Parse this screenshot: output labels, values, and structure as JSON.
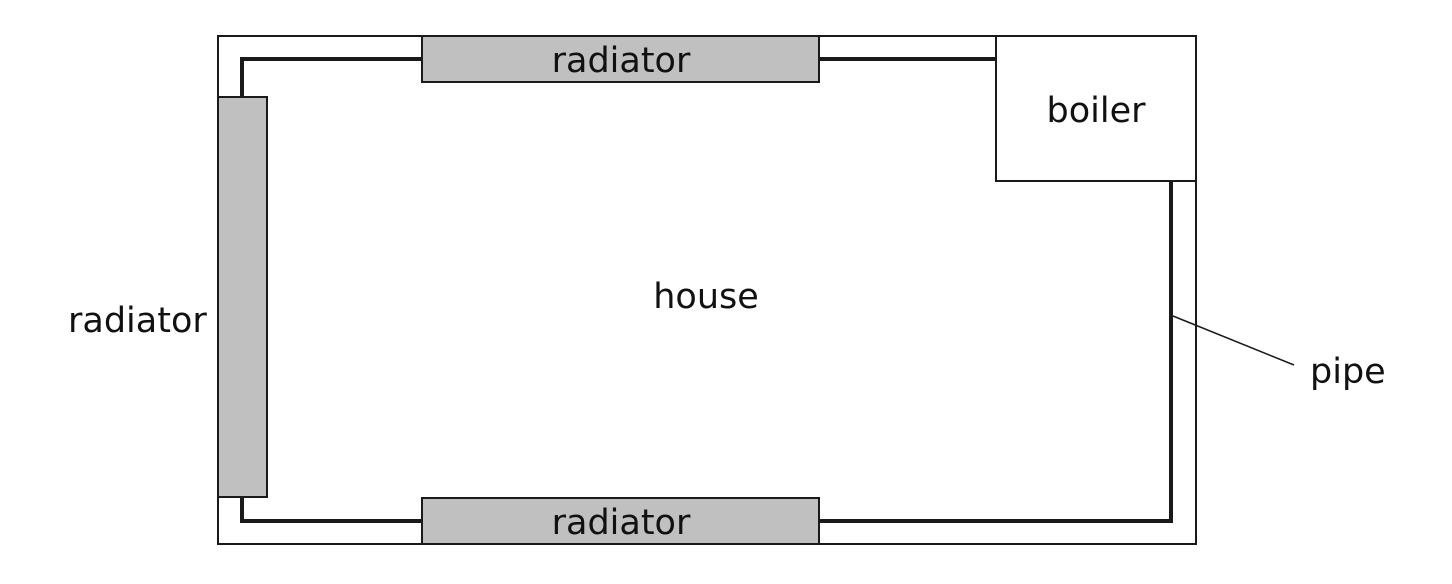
{
  "diagram": {
    "house_label": "house",
    "boiler_label": "boiler",
    "pipe_label": "pipe",
    "radiators": {
      "top": "radiator",
      "left": "radiator",
      "bottom": "radiator"
    },
    "colors": {
      "radiator_fill": "#c0c0c0",
      "stroke": "#1a1a1a",
      "background": "#ffffff"
    }
  }
}
